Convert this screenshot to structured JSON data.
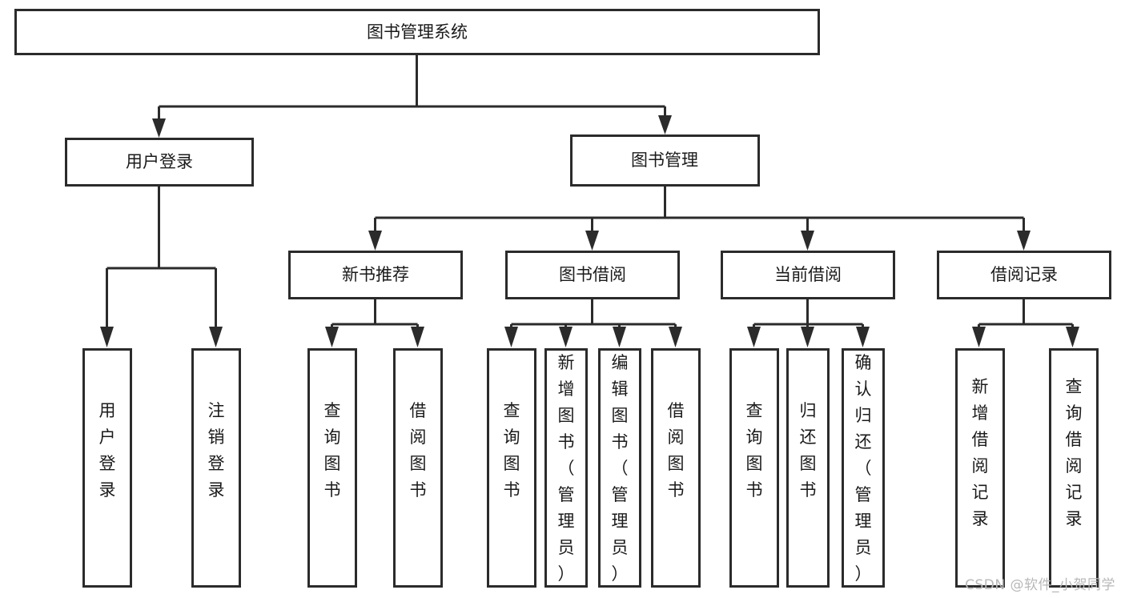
{
  "diagram": {
    "title": "图书管理系统",
    "type": "tree-hierarchy",
    "root": {
      "label": "图书管理系统"
    },
    "level1": [
      {
        "label": "用户登录"
      },
      {
        "label": "图书管理"
      }
    ],
    "level2": [
      {
        "label": "新书推荐",
        "parent": "图书管理"
      },
      {
        "label": "图书借阅",
        "parent": "图书管理"
      },
      {
        "label": "当前借阅",
        "parent": "图书管理"
      },
      {
        "label": "借阅记录",
        "parent": "图书管理"
      }
    ],
    "leaves": {
      "user_login": [
        {
          "label": "用户登录"
        },
        {
          "label": "注销登录"
        }
      ],
      "new_book_recommend": [
        {
          "label": "查询图书"
        },
        {
          "label": "借阅图书"
        }
      ],
      "book_borrow": [
        {
          "label": "查询图书"
        },
        {
          "label": "新增图书（管理员）"
        },
        {
          "label": "编辑图书（管理员）"
        },
        {
          "label": "借阅图书"
        }
      ],
      "current_borrow": [
        {
          "label": "查询图书"
        },
        {
          "label": "归还图书"
        },
        {
          "label": "确认归还（管理员）"
        }
      ],
      "borrow_record": [
        {
          "label": "新增借阅记录"
        },
        {
          "label": "查询借阅记录"
        }
      ]
    }
  },
  "watermark": {
    "text": "CSDN @软件_小贺同学"
  },
  "colors": {
    "stroke": "#2b2b2b",
    "box_fill": "#ffffff",
    "text": "#1a1a1a",
    "watermark": "#b8b8b8",
    "background": "#ffffff"
  }
}
